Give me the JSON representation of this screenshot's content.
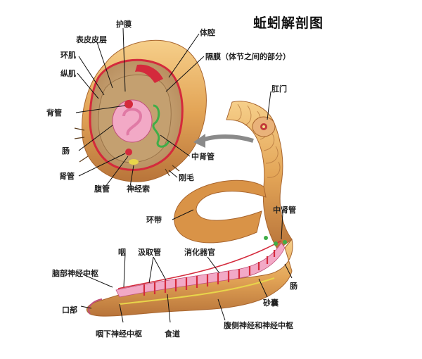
{
  "title": "蚯蚓解剖图",
  "colors": {
    "body": "#e3a557",
    "body_dark": "#b8743a",
    "gut": "#f2a9c6",
    "vessel": "#d42a3c",
    "nerve": "#e8d54a",
    "nephridia": "#3fae48",
    "arrow": "#8a8a8a"
  },
  "labels": {
    "epidermis": "表皮皮层",
    "peritoneum": "护膜",
    "coelom": "体腔",
    "circular_muscle": "环肌",
    "septum": "隔膜（体节之间的部分）",
    "longitudinal_muscle": "纵肌",
    "anus": "肛门",
    "dorsal_vessel": "背管",
    "intestine_cs": "肠",
    "nephridium_cs": "中肾管",
    "ventral_vessel_kidney": "肾管",
    "ventral_vessel": "腹管",
    "nerve_cord": "神经索",
    "setae": "刚毛",
    "clitellum": "环带",
    "nephridium_body": "中肾管",
    "pharynx": "咽",
    "suction": "汲取管",
    "digestive": "消化器官",
    "cerebral_ganglion": "脑部神经中枢",
    "intestine_body": "肠",
    "mouth": "口部",
    "gizzard": "砂囊",
    "subpharyngeal": "咽下神经中枢",
    "esophagus": "食道",
    "ventral_nerve": "腹侧神经和神经中枢"
  }
}
